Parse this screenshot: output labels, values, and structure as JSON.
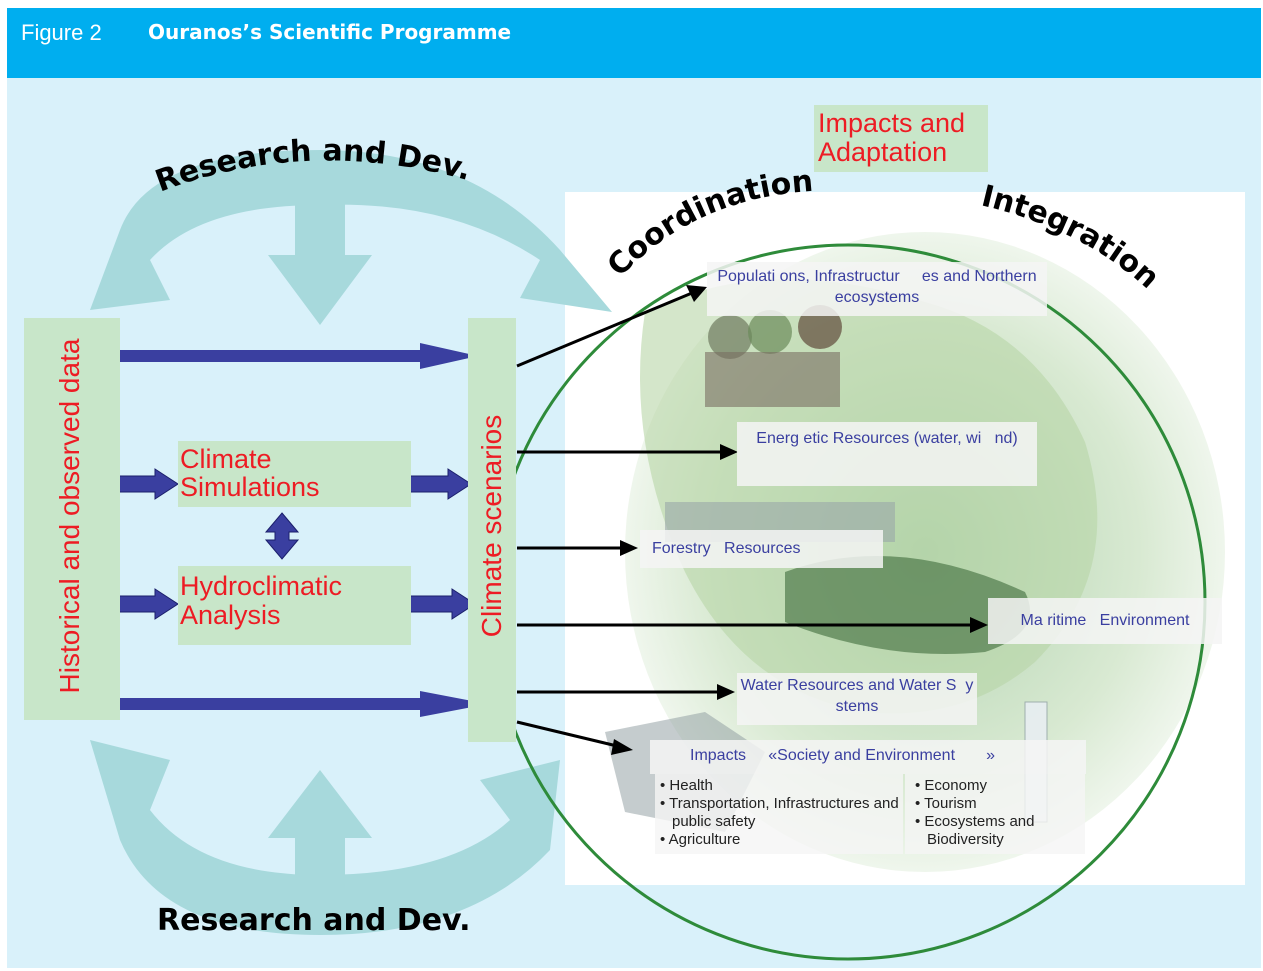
{
  "header": {
    "figure_number": "Figure 2",
    "title": "Ouranos’s Scientific Programme"
  },
  "top_arc_label": "Research and Dev.",
  "bottom_arc_label": "Research and Dev.",
  "impacts_box": "Impacts and Adaptation",
  "coordination_label": "Coordination",
  "integration_label": "Integration",
  "left_bar": "Historical and observed data",
  "right_bar": "Climate scenarios",
  "simulations_box": "Climate Simulations",
  "hydro_box": "Hydroclimatic Analysis",
  "categories": [
    "Populati ons, Infrastructur     es and Northern ecosystems",
    "Energ etic Resources (water, wi   nd)",
    "Forestry   Resources",
    "Ma ritime   Environment",
    "Water Resources and Water S  y stems",
    "Impacts     «Society and Environment       »"
  ],
  "bullets_left": [
    "Health",
    "Transportation, Infrastructures and public safety",
    "Agriculture"
  ],
  "bullets_right": [
    "Economy",
    "Tourism",
    "Ecosystems and Biodiversity"
  ],
  "colors": {
    "header": "#00aeef",
    "panel": "#d9f1fa",
    "box": "#c8e6c9",
    "red_text": "#ed1c24",
    "arrow_blue": "#3a3fa0",
    "circle": "#2e8b3a"
  }
}
